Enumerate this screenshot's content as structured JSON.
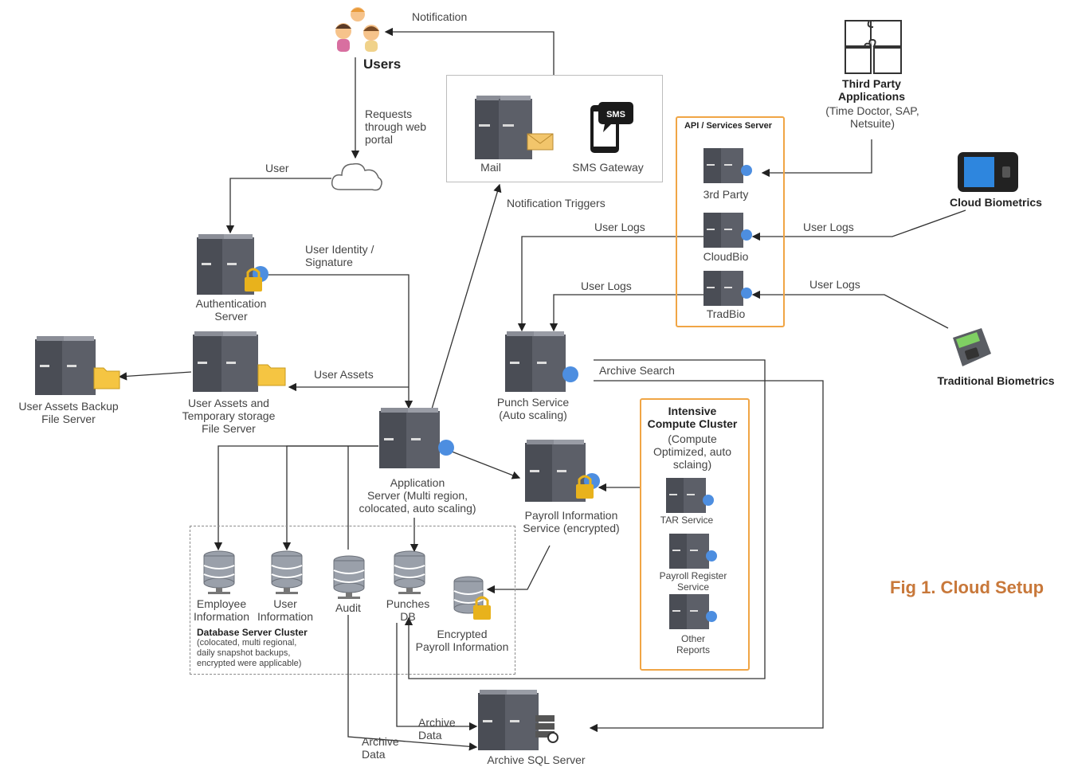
{
  "figure": {
    "caption": "Fig 1. Cloud Setup"
  },
  "colors": {
    "accent_orange": "#f0a545",
    "caption": "#c8783a",
    "server_dark": "#4a4d55",
    "server_light": "#8a8d96",
    "badge_blue": "#4d8ee0",
    "lock_gold": "#e8b21c",
    "folder_yellow": "#f5c542"
  },
  "icons": {
    "users": "users-group-icon",
    "cloud": "cloud-icon",
    "server": "server-rack-icon",
    "database": "database-icon",
    "sms": "sms-phone-icon",
    "mail": "mail-envelope-icon",
    "puzzle": "puzzle-icon",
    "tablet": "biometric-tablet-icon",
    "scanner": "fingerprint-scanner-icon",
    "lock": "lock-icon",
    "folder": "folder-icon"
  },
  "nodes": {
    "users": "Users",
    "mail": "Mail",
    "sms_gateway": "SMS Gateway",
    "sms_badge": "SMS",
    "third_party_apps": "Third Party\nApplications",
    "third_party_apps_detail": "(Time   Doctor, SAP,\nNetsuite)",
    "api_server_title": "API / Services Server",
    "third_party": "3rd Party",
    "cloudbio": "CloudBio",
    "tradbio": "TradBio",
    "cloud_biometrics": "Cloud Biometrics",
    "traditional_biometrics": "Traditional Biometrics",
    "auth_server": "Authentication\nServer",
    "user_assets_storage": "User Assets and\nTemporary storage\nFile Server",
    "user_assets_backup": "User Assets Backup\nFile Server",
    "punch_service": "Punch Service\n(Auto scaling)",
    "app_server": "Application\nServer (Multi region,\ncolocated, auto scaling)",
    "payroll_info_service": "Payroll Information\nService (encrypted)",
    "compute_cluster_title": "Intensive\nCompute Cluster",
    "compute_cluster_detail": "(Compute\nOptimized, auto\nsclaing)",
    "tar_service": "TAR Service",
    "payroll_register": "Payroll Register\nService",
    "other_reports": "Other\nReports",
    "employee_info": "Employee\nInformation",
    "user_info": "User\nInformation",
    "audit": "Audit",
    "punches_db": "Punches\nDB",
    "encrypted_payroll": "Encrypted\nPayroll Information",
    "db_cluster_title": "Database Server Cluster",
    "db_cluster_detail": "(colocated, multi regional,\ndaily snapshot backups,\nencrypted were applicable)",
    "archive_sql": "Archive SQL Server"
  },
  "edges": {
    "notification": "Notification",
    "requests_portal": "Requests\nthrough web\nportal",
    "user": "User",
    "notification_triggers": "Notification Triggers",
    "user_logs_1": "User Logs",
    "user_logs_2": "User Logs",
    "user_logs_3": "User Logs",
    "user_logs_4": "User Logs",
    "user_identity": "User Identity /\nSignature",
    "user_assets": "User Assets",
    "archive_search": "Archive Search",
    "archive_data_1": "Archive\nData",
    "archive_data_2": "Archive\nData"
  }
}
